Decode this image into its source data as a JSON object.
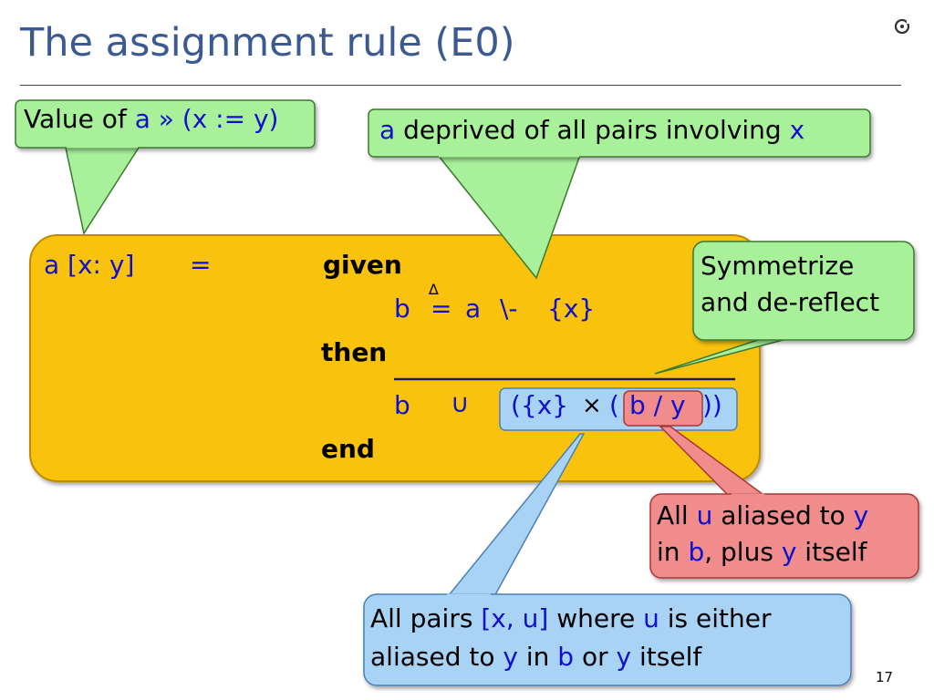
{
  "slide": {
    "title": "The assignment rule (E0)",
    "page_number": "17"
  },
  "callouts": {
    "value_of": {
      "prefix": "Value of ",
      "expr": "a » (x := y)"
    },
    "deprived": {
      "a": "a",
      "text": " deprived of all pairs involving ",
      "x": "x"
    },
    "symmetrize": {
      "line1": "Symmetrize",
      "line2": "and de-reflect"
    },
    "aliased_u": {
      "l1a": "All ",
      "u": "u",
      "l1b": " aliased to ",
      "y": "y",
      "l2a": "in ",
      "b": "b",
      "l2b": ", plus ",
      "y2": "y",
      "l2c": " itself"
    },
    "all_pairs": {
      "l1a": "All pairs ",
      "xu": "[x, u]",
      "l1b": " where ",
      "u": "u",
      "l1c": " is either",
      "l2a": "aliased to ",
      "y": "y",
      "l2b": " in ",
      "b": "b",
      "l2c": " or ",
      "y2": "y",
      "l2d": " itself"
    }
  },
  "formula": {
    "lhs": "a [x: y]",
    "eq": "=",
    "given": "given",
    "b1": "b",
    "delta": "∆",
    "eq2": "=",
    "a": "a",
    "minus": "\\-",
    "set_x": "{x}",
    "then": "then",
    "b2": "b",
    "union": "∪",
    "open": "({x}",
    "times": "×",
    "paren": "(",
    "b_div_y": "b / y",
    "close": "))",
    "end": "end"
  },
  "colors": {
    "title": "#3b5a92",
    "formula_box": "#f8c20c",
    "green_callout": "#a8f09a",
    "blue_callout": "#a9d3f5",
    "red_callout": "#f08c8c",
    "blue_text": "#1010cc"
  }
}
